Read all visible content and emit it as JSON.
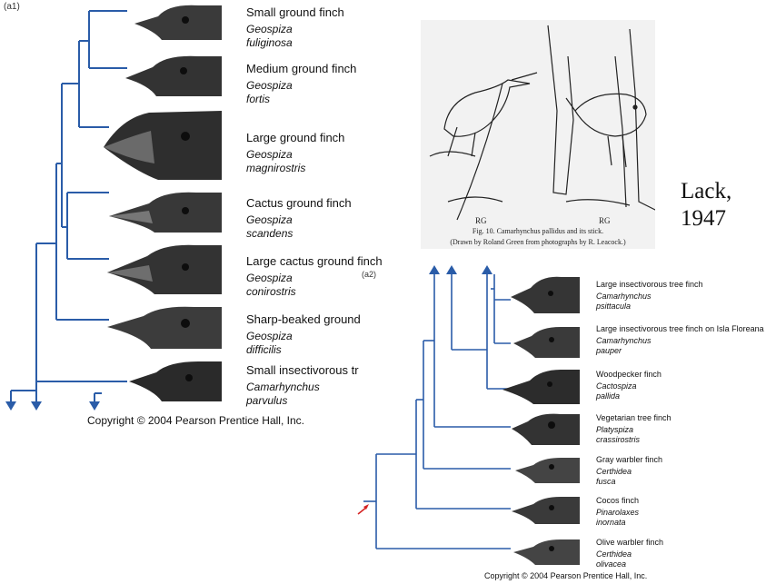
{
  "panel_a1": {
    "label": "(a1)",
    "finches": [
      {
        "name": "Small ground finch",
        "genus": "Geospiza",
        "species": "fuliginosa"
      },
      {
        "name": "Medium ground finch",
        "genus": "Geospiza",
        "species": "fortis"
      },
      {
        "name": "Large ground finch",
        "genus": "Geospiza",
        "species": "magnirostris"
      },
      {
        "name": "Cactus ground finch",
        "genus": "Geospiza",
        "species": "scandens"
      },
      {
        "name": "Large cactus ground finch",
        "genus": "Geospiza",
        "species": "conirostris"
      },
      {
        "name": "Sharp-beaked ground",
        "genus": "Geospiza",
        "species": "difficilis"
      },
      {
        "name": "Small insectivorous tr",
        "genus": "Camarhynchus",
        "species": "parvulus"
      }
    ],
    "copyright": "Copyright © 2004 Pearson Prentice Hall, Inc."
  },
  "illustration": {
    "caption": "Fig. 10. Camarhynchus pallidus and its stick.",
    "credit": "(Drawn by Roland Green from photographs by R. Leacock.)",
    "signature_left": "RG",
    "signature_right": "RG"
  },
  "citation": {
    "line1": "Lack,",
    "line2": "1947"
  },
  "panel_a2": {
    "label": "(a2)",
    "finches": [
      {
        "name": "Large insectivorous tree finch",
        "genus": "Camarhynchus",
        "species": "psittacula"
      },
      {
        "name": "Large insectivorous tree finch on Isla Floreana",
        "genus": "Camarhynchus",
        "species": "pauper"
      },
      {
        "name": "Woodpecker finch",
        "genus": "Cactospiza",
        "species": "pallida"
      },
      {
        "name": "Vegetarian tree finch",
        "genus": "Platyspiza",
        "species": "crassirostris"
      },
      {
        "name": "Gray warbler finch",
        "genus": "Certhidea",
        "species": "fusca"
      },
      {
        "name": "Cocos finch",
        "genus": "Pinarolaxes",
        "species": "inornata"
      },
      {
        "name": "Olive warbler finch",
        "genus": "Certhidea",
        "species": "olivacea"
      }
    ],
    "copyright": "Copyright © 2004 Pearson Prentice Hall, Inc."
  },
  "colors": {
    "tree": "#2a5ca8",
    "root_marker": "#d42020"
  }
}
